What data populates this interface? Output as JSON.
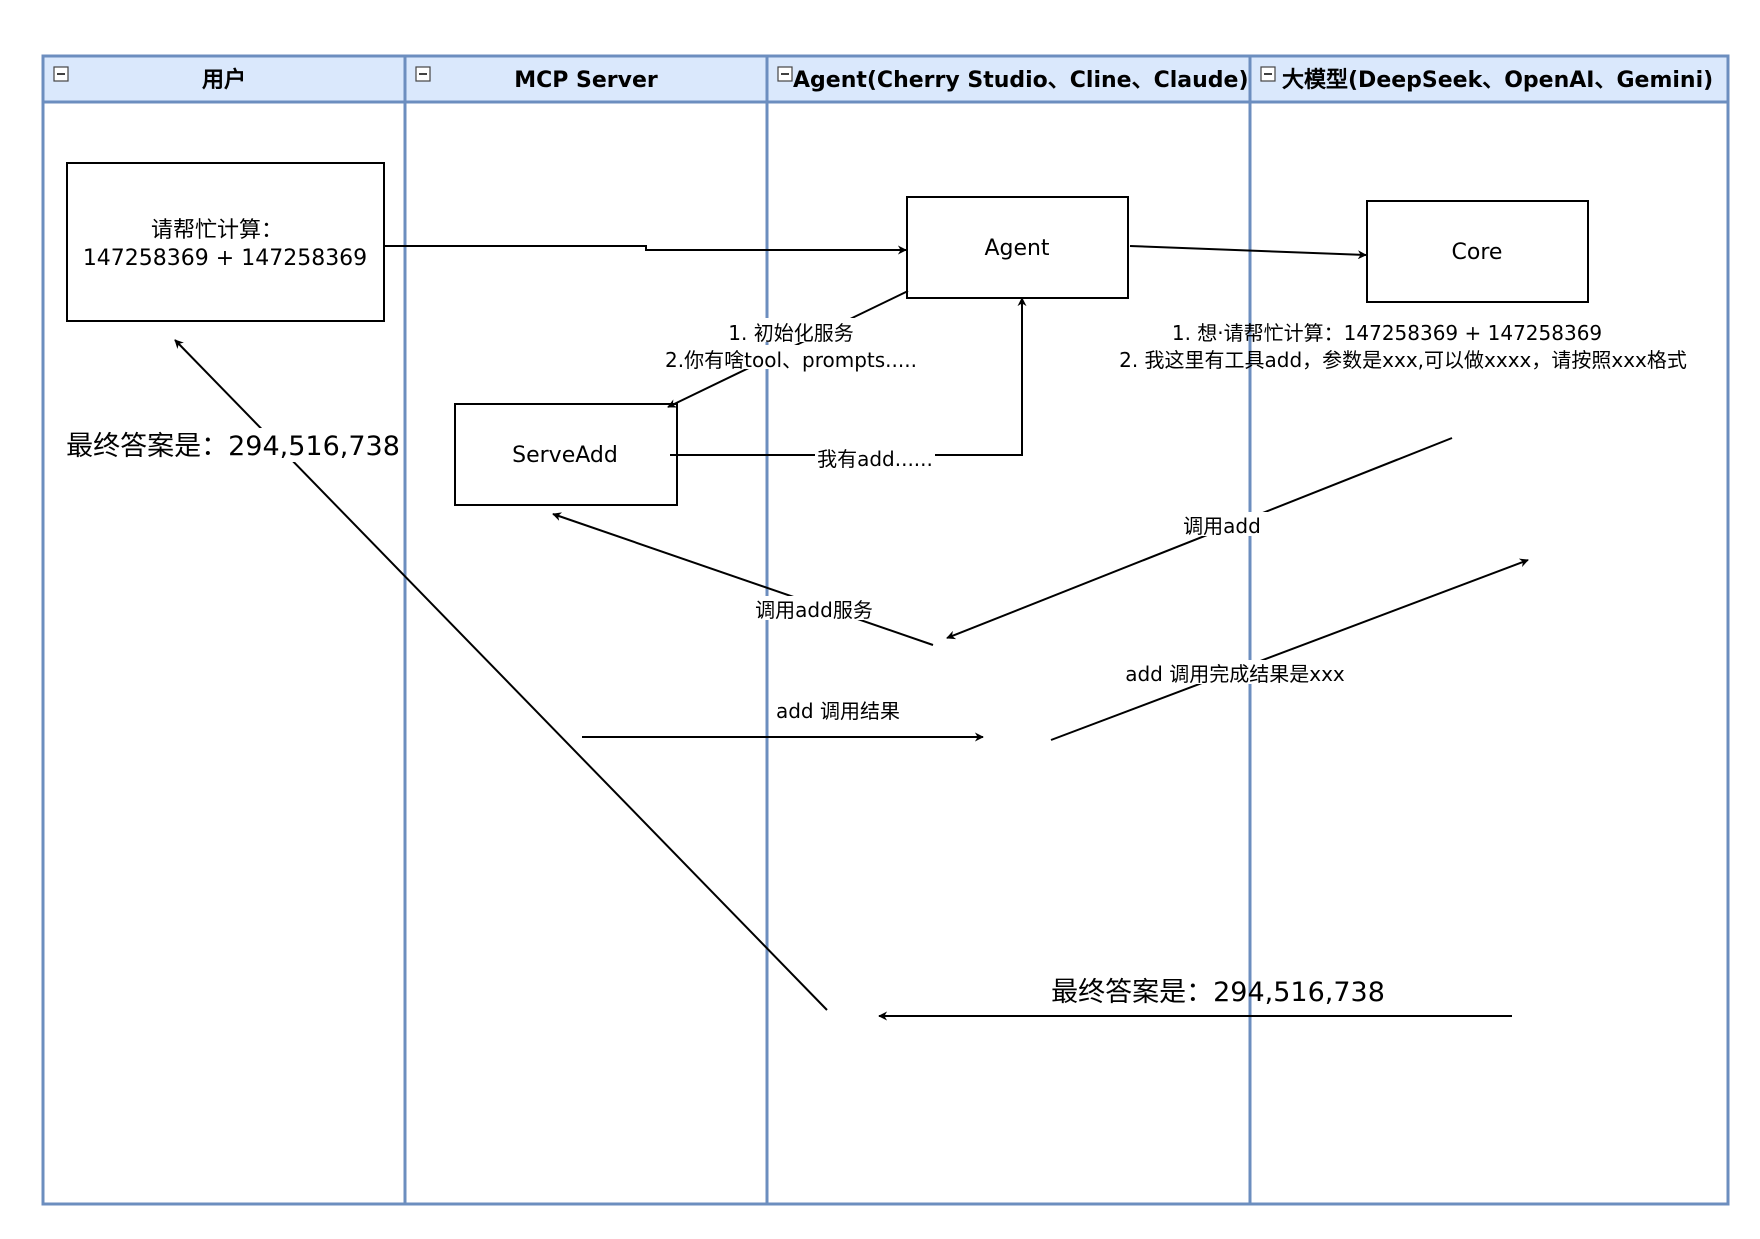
{
  "lanes": [
    {
      "title": "用户"
    },
    {
      "title": "MCP Server"
    },
    {
      "title": "Agent(Cherry Studio、Cline、Claude)"
    },
    {
      "title": "大模型(DeepSeek、OpenAI、Gemini)"
    }
  ],
  "nodes": {
    "user_request": {
      "line1": "请帮忙计算：",
      "line2": "147258369 + 147258369"
    },
    "agent": {
      "label": "Agent"
    },
    "core": {
      "label": "Core"
    },
    "serve_add": {
      "label": "ServeAdd"
    }
  },
  "labels": {
    "init_1": "1. 初始化服务",
    "init_2": "2.你有啥tool、prompts.....",
    "core_1": "1. 想·请帮忙计算：147258369 + 147258369",
    "core_2": "2. 我这里有工具add，参数是xxx,可以做xxxx，请按照xxx格式",
    "have_add": "我有add......",
    "call_add": "调用add",
    "call_add_service": "调用add服务",
    "add_done": "add 调用完成结果是xxx",
    "add_result": "add 调用结果",
    "final_answer_agent": "最终答案是：294,516,738",
    "final_answer_user": "最终答案是：294,516,738"
  },
  "colors": {
    "lane_border": "#6c8ebf",
    "lane_header_fill": "#dae8fc",
    "line": "#000000"
  }
}
